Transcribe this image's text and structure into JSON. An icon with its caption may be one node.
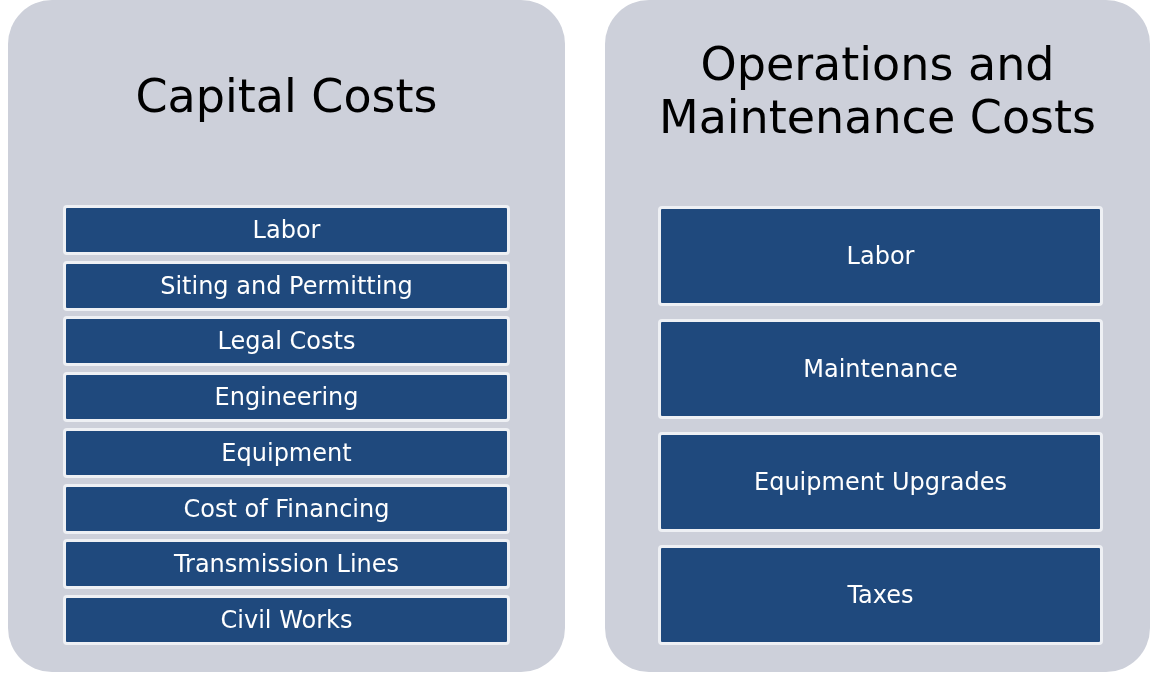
{
  "diagram": {
    "nodes": [
      {
        "text": [
          "Capital Costs"
        ]
      },
      {
        "text": [
          "Labor"
        ],
        "in": 0
      },
      {
        "text": [
          "Siting and Permitting"
        ],
        "in": 0
      },
      {
        "text": [
          "Legal Costs"
        ],
        "in": 0
      },
      {
        "text": [
          "Engineering"
        ],
        "in": 0
      },
      {
        "text": [
          "Equipment"
        ],
        "in": 0
      },
      {
        "text": [
          "Cost of Financing"
        ],
        "in": 0
      },
      {
        "text": [
          "Transmission Lines"
        ],
        "in": 0
      },
      {
        "text": [
          "Civil Works"
        ],
        "in": 0
      },
      {
        "text": [
          "Operations and Maintenance Costs"
        ]
      },
      {
        "text": [
          "Labor"
        ],
        "in": 9
      },
      {
        "text": [
          "Maintenance"
        ],
        "in": 9
      },
      {
        "text": [
          "Equipment Upgrades"
        ],
        "in": 9
      },
      {
        "text": [
          "Taxes"
        ],
        "in": 9
      }
    ]
  }
}
